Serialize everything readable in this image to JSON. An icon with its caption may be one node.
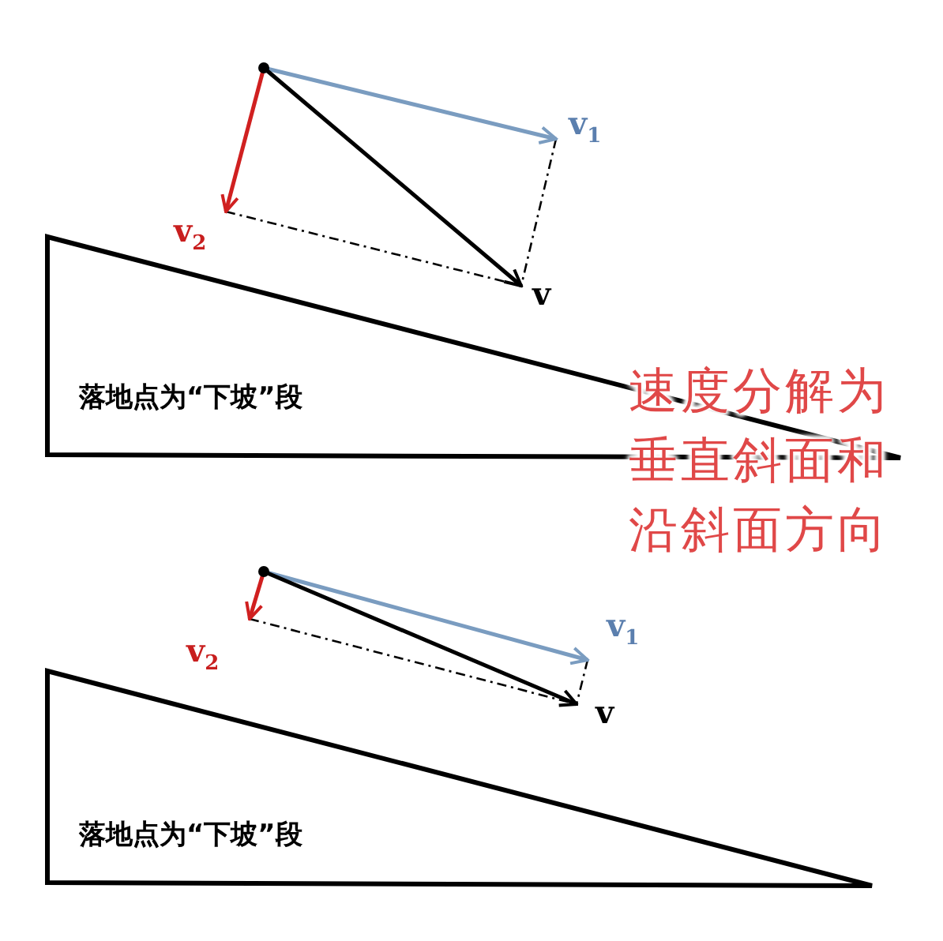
{
  "diagram": {
    "nodes": [
      {
        "text": [
          "落地点为“下坡”段"
        ]
      },
      {
        "text": [
          "落地点为“下坡”段"
        ]
      }
    ],
    "labels": [
      "v$_{1}$",
      "v$_{2}$",
      "v",
      "速度分解为垂直斜面和沿斜面方向",
      "v$_{1}$",
      "v$_{2}$",
      "v"
    ]
  }
}
